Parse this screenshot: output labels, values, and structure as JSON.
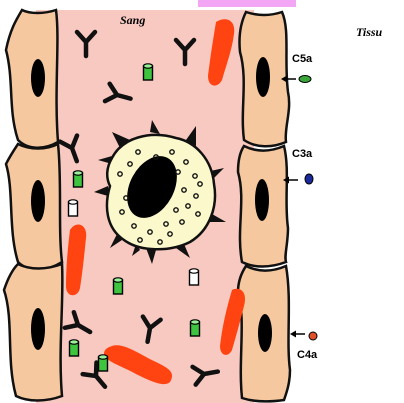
{
  "labels": {
    "blood": "Sang",
    "tissue": "Tissu",
    "c5a": "C5a",
    "c3a": "C3a",
    "c4a": "C4a"
  },
  "colors": {
    "blood_vessel": "#f7c9c1",
    "endothelial_cell": "#f5c8a0",
    "nucleus": "#000000",
    "mast_cell": "#fbf8cc",
    "c5a_fragment": "#3aa63a",
    "c3a_fragment": "#1a2a9a",
    "c4a_fragment": "#e05028",
    "red_blood_cell": "#ff4411",
    "complement_cylinder": "#3ec43e",
    "top_bar": "#f3a6f3"
  },
  "icons": [
    "antibody-icon",
    "complement-cylinder-icon",
    "red-blood-cell-icon",
    "endothelial-cell-icon",
    "mast-cell-icon",
    "arrow-left-icon"
  ]
}
